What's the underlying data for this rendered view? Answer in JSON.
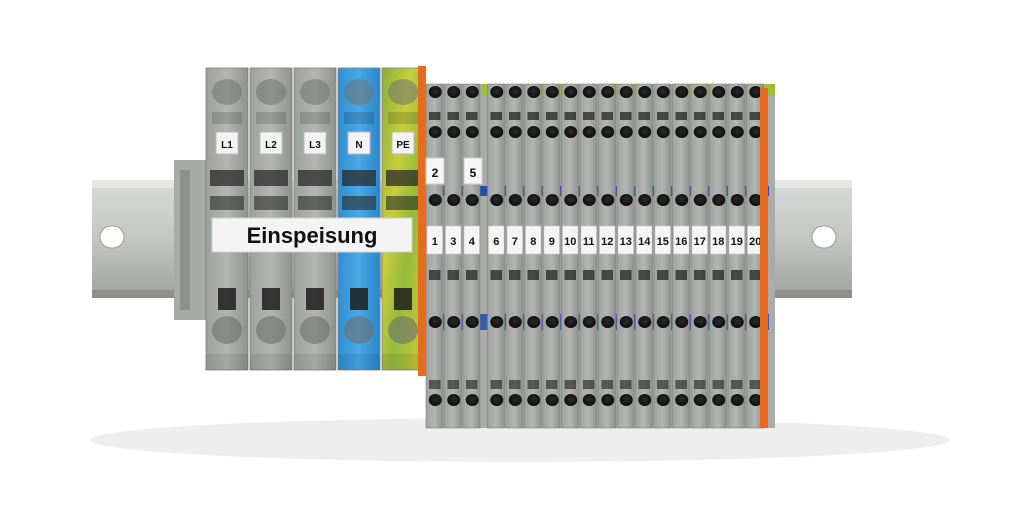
{
  "feed_labels": [
    "L1",
    "L2",
    "L3",
    "N",
    "PE"
  ],
  "banner_text": "Einspeisung",
  "upper_markers": [
    "2",
    "5"
  ],
  "block_numbers": [
    "1",
    "3",
    "4",
    "6",
    "7",
    "8",
    "9",
    "10",
    "11",
    "12",
    "13",
    "14",
    "15",
    "16",
    "17",
    "18",
    "19",
    "20"
  ],
  "colors": {
    "background": "#ffffff",
    "housing_grey": "#a9aca9",
    "housing_dark": "#8f928f",
    "neutral_blue": "#3a9ddf",
    "earth_green": "#9cbf3a",
    "earth_yellow": "#d8d23a",
    "end_plate_orange": "#e86a1c",
    "bridge_blue": "#1f4fa8",
    "rail_grey": "#c7c9c6"
  }
}
